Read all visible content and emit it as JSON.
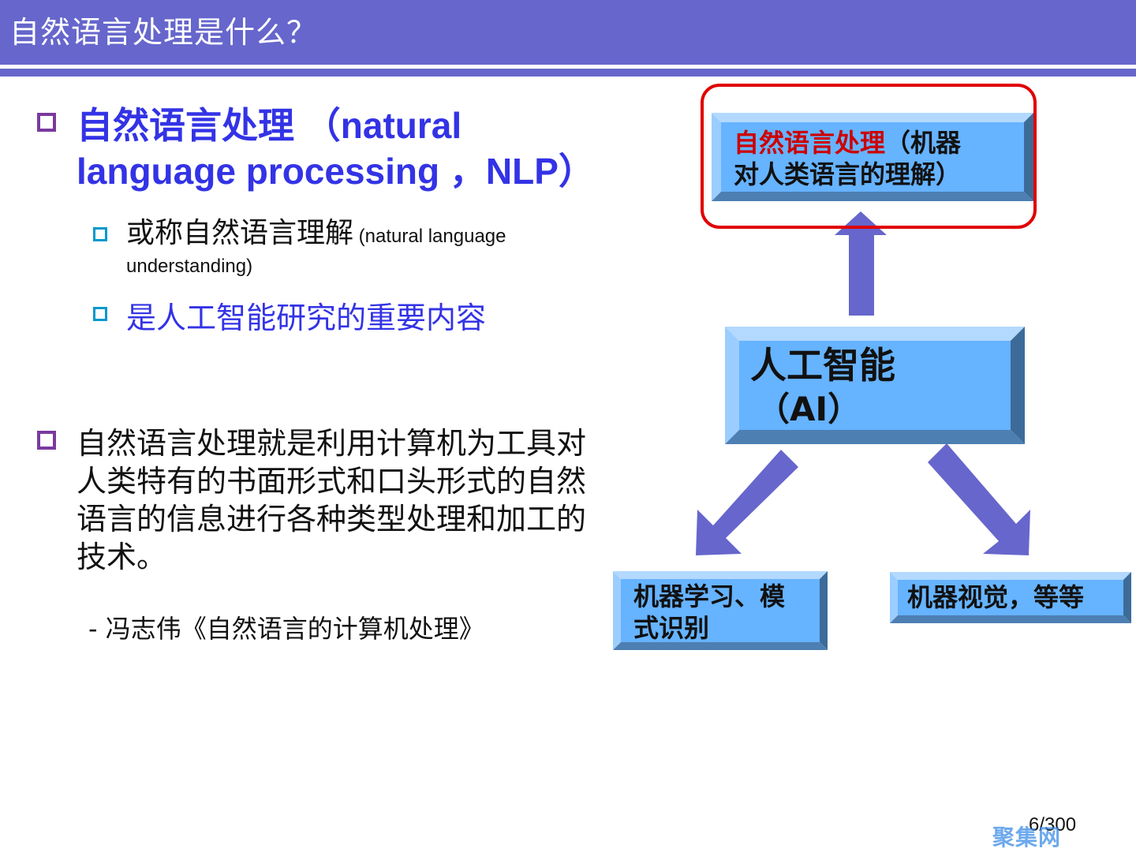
{
  "header": {
    "title": "自然语言处理是什么？"
  },
  "left": {
    "main1": "自然语言处理 （natural language processing ，NLP）",
    "sub1_zh": "或称自然语言理解",
    "sub1_en": " (natural language understanding)",
    "sub2": "是人工智能研究的重要内容",
    "main2": "自然语言处理就是利用计算机为工具对人类特有的书面形式和口头形式的自然语言的信息进行各种类型处理和加工的技术。",
    "quote": "- 冯志伟《自然语言的计算机处理》"
  },
  "diagram": {
    "nlp_red": "自然语言处理",
    "nlp_black_1": "（机器",
    "nlp_black_2": "对人类语言的理解）",
    "ai_line1": "人工智能",
    "ai_line2": "（AI）",
    "ml_line1": "机器学习、模",
    "ml_line2": "式识别",
    "vision": "机器视觉，等等",
    "colors": {
      "box_face": "#66b3ff",
      "box_light": "#b3d9ff",
      "box_dark": "#3d6b99",
      "arrow": "#6666cc",
      "highlight": "#e00000"
    }
  },
  "footer": {
    "page": "6/300",
    "watermark": "聚集网"
  }
}
